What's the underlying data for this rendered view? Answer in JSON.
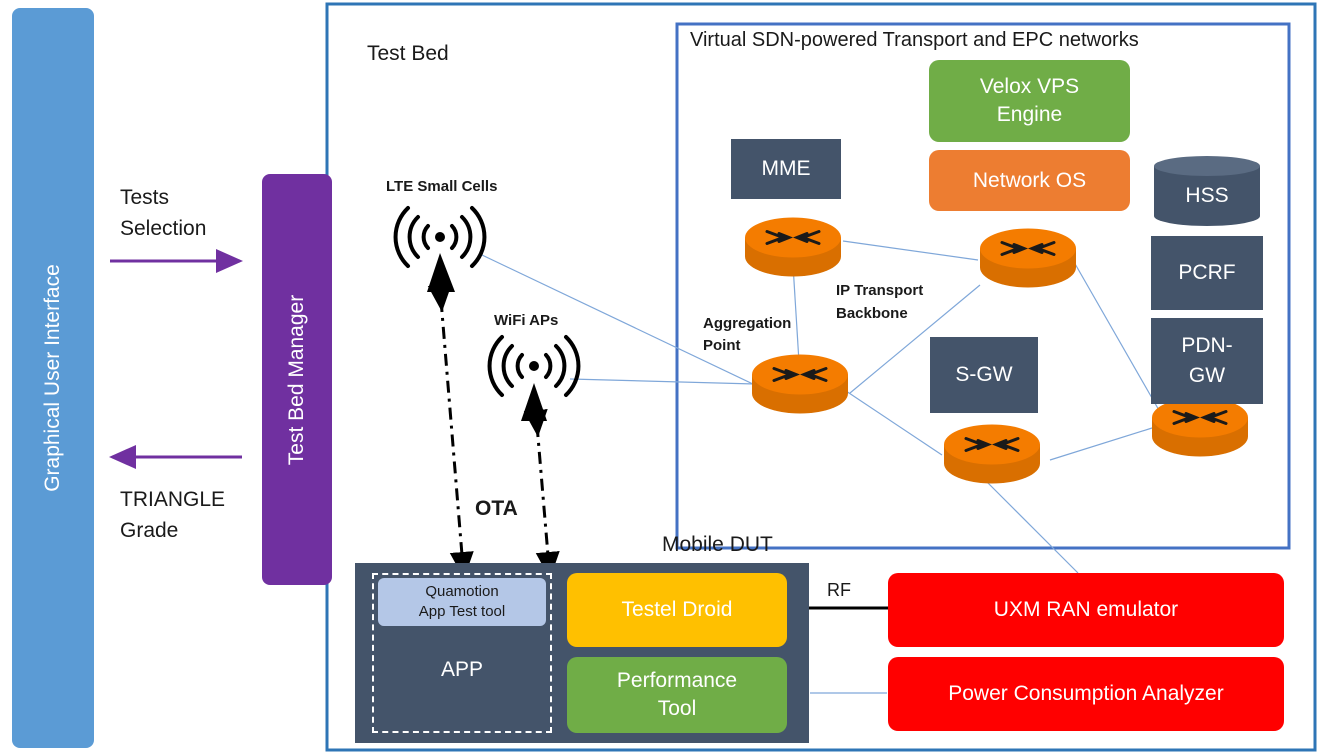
{
  "gui_bar": {
    "label": "Graphical User Interface"
  },
  "tests_selection": {
    "line1": "Tests",
    "line2": "Selection"
  },
  "triangle_grade": {
    "line1": "TRIANGLE",
    "line2": "Grade"
  },
  "test_bed_manager": {
    "label": "Test Bed Manager"
  },
  "test_bed": {
    "label": "Test Bed"
  },
  "epc_network": {
    "title": "Virtual SDN-powered Transport and EPC networks"
  },
  "nodes": {
    "velox": {
      "line1": "Velox VPS",
      "line2": "Engine"
    },
    "network_os": "Network OS",
    "mme": "MME",
    "hss": "HSS",
    "pcrf": "PCRF",
    "pdn_gw": {
      "line1": "PDN-",
      "line2": "GW"
    },
    "s_gw": "S-GW"
  },
  "labels": {
    "lte_small_cells": "LTE Small Cells",
    "wifi_aps": "WiFi APs",
    "aggregation_point": {
      "line1": "Aggregation",
      "line2": "Point"
    },
    "ip_transport": {
      "line1": "IP Transport",
      "line2": "Backbone"
    },
    "ota": "OTA",
    "rf": "RF",
    "mobile_dut": "Mobile DUT"
  },
  "dut": {
    "quamotion": {
      "line1": "Quamotion",
      "line2": "App Test tool"
    },
    "app": "APP",
    "testel_droid": "Testel Droid",
    "performance_tool": {
      "line1": "Performance",
      "line2": "Tool"
    }
  },
  "uxm": "UXM RAN emulator",
  "power_analyzer": "Power Consumption Analyzer",
  "colors": {
    "gui_blue": "#5b9bd5",
    "manager_purple": "#7030a0",
    "router_orange": "#f47c00",
    "node_slate": "#44546a",
    "emulator_red": "#ff0000",
    "velox_green": "#70ad47",
    "os_orange": "#ed7d31",
    "testel_yellow": "#ffc000",
    "quamotion_lavender": "#b4c7e7"
  }
}
